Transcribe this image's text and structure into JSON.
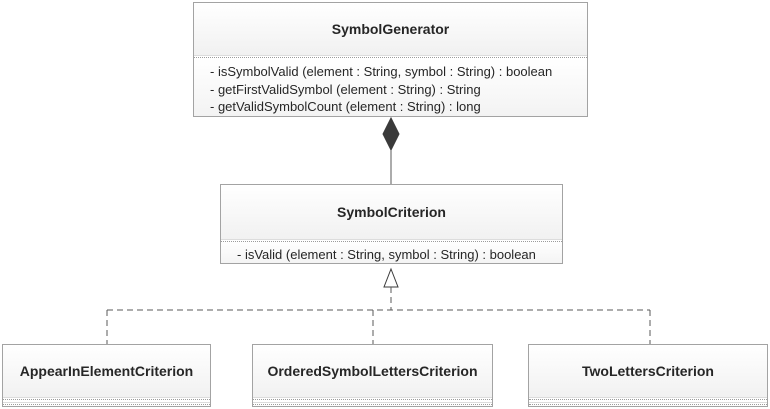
{
  "classes": {
    "symbol_generator": {
      "name": "SymbolGenerator",
      "methods": [
        "- isSymbolValid (element : String, symbol : String) : boolean",
        "- getFirstValidSymbol (element : String) : String",
        "- getValidSymbolCount (element : String) : long"
      ]
    },
    "symbol_criterion": {
      "name": "SymbolCriterion",
      "methods": [
        "- isValid (element : String, symbol : String) : boolean"
      ]
    },
    "appear_in_element_criterion": {
      "name": "AppearInElementCriterion"
    },
    "ordered_symbol_letters_criterion": {
      "name": "OrderedSymbolLettersCriterion"
    },
    "two_letters_criterion": {
      "name": "TwoLettersCriterion"
    }
  },
  "colors": {
    "box_border": "#a3a3a3",
    "connector": "#595959",
    "diamond_fill": "#3a3a3a",
    "text": "#262626"
  }
}
